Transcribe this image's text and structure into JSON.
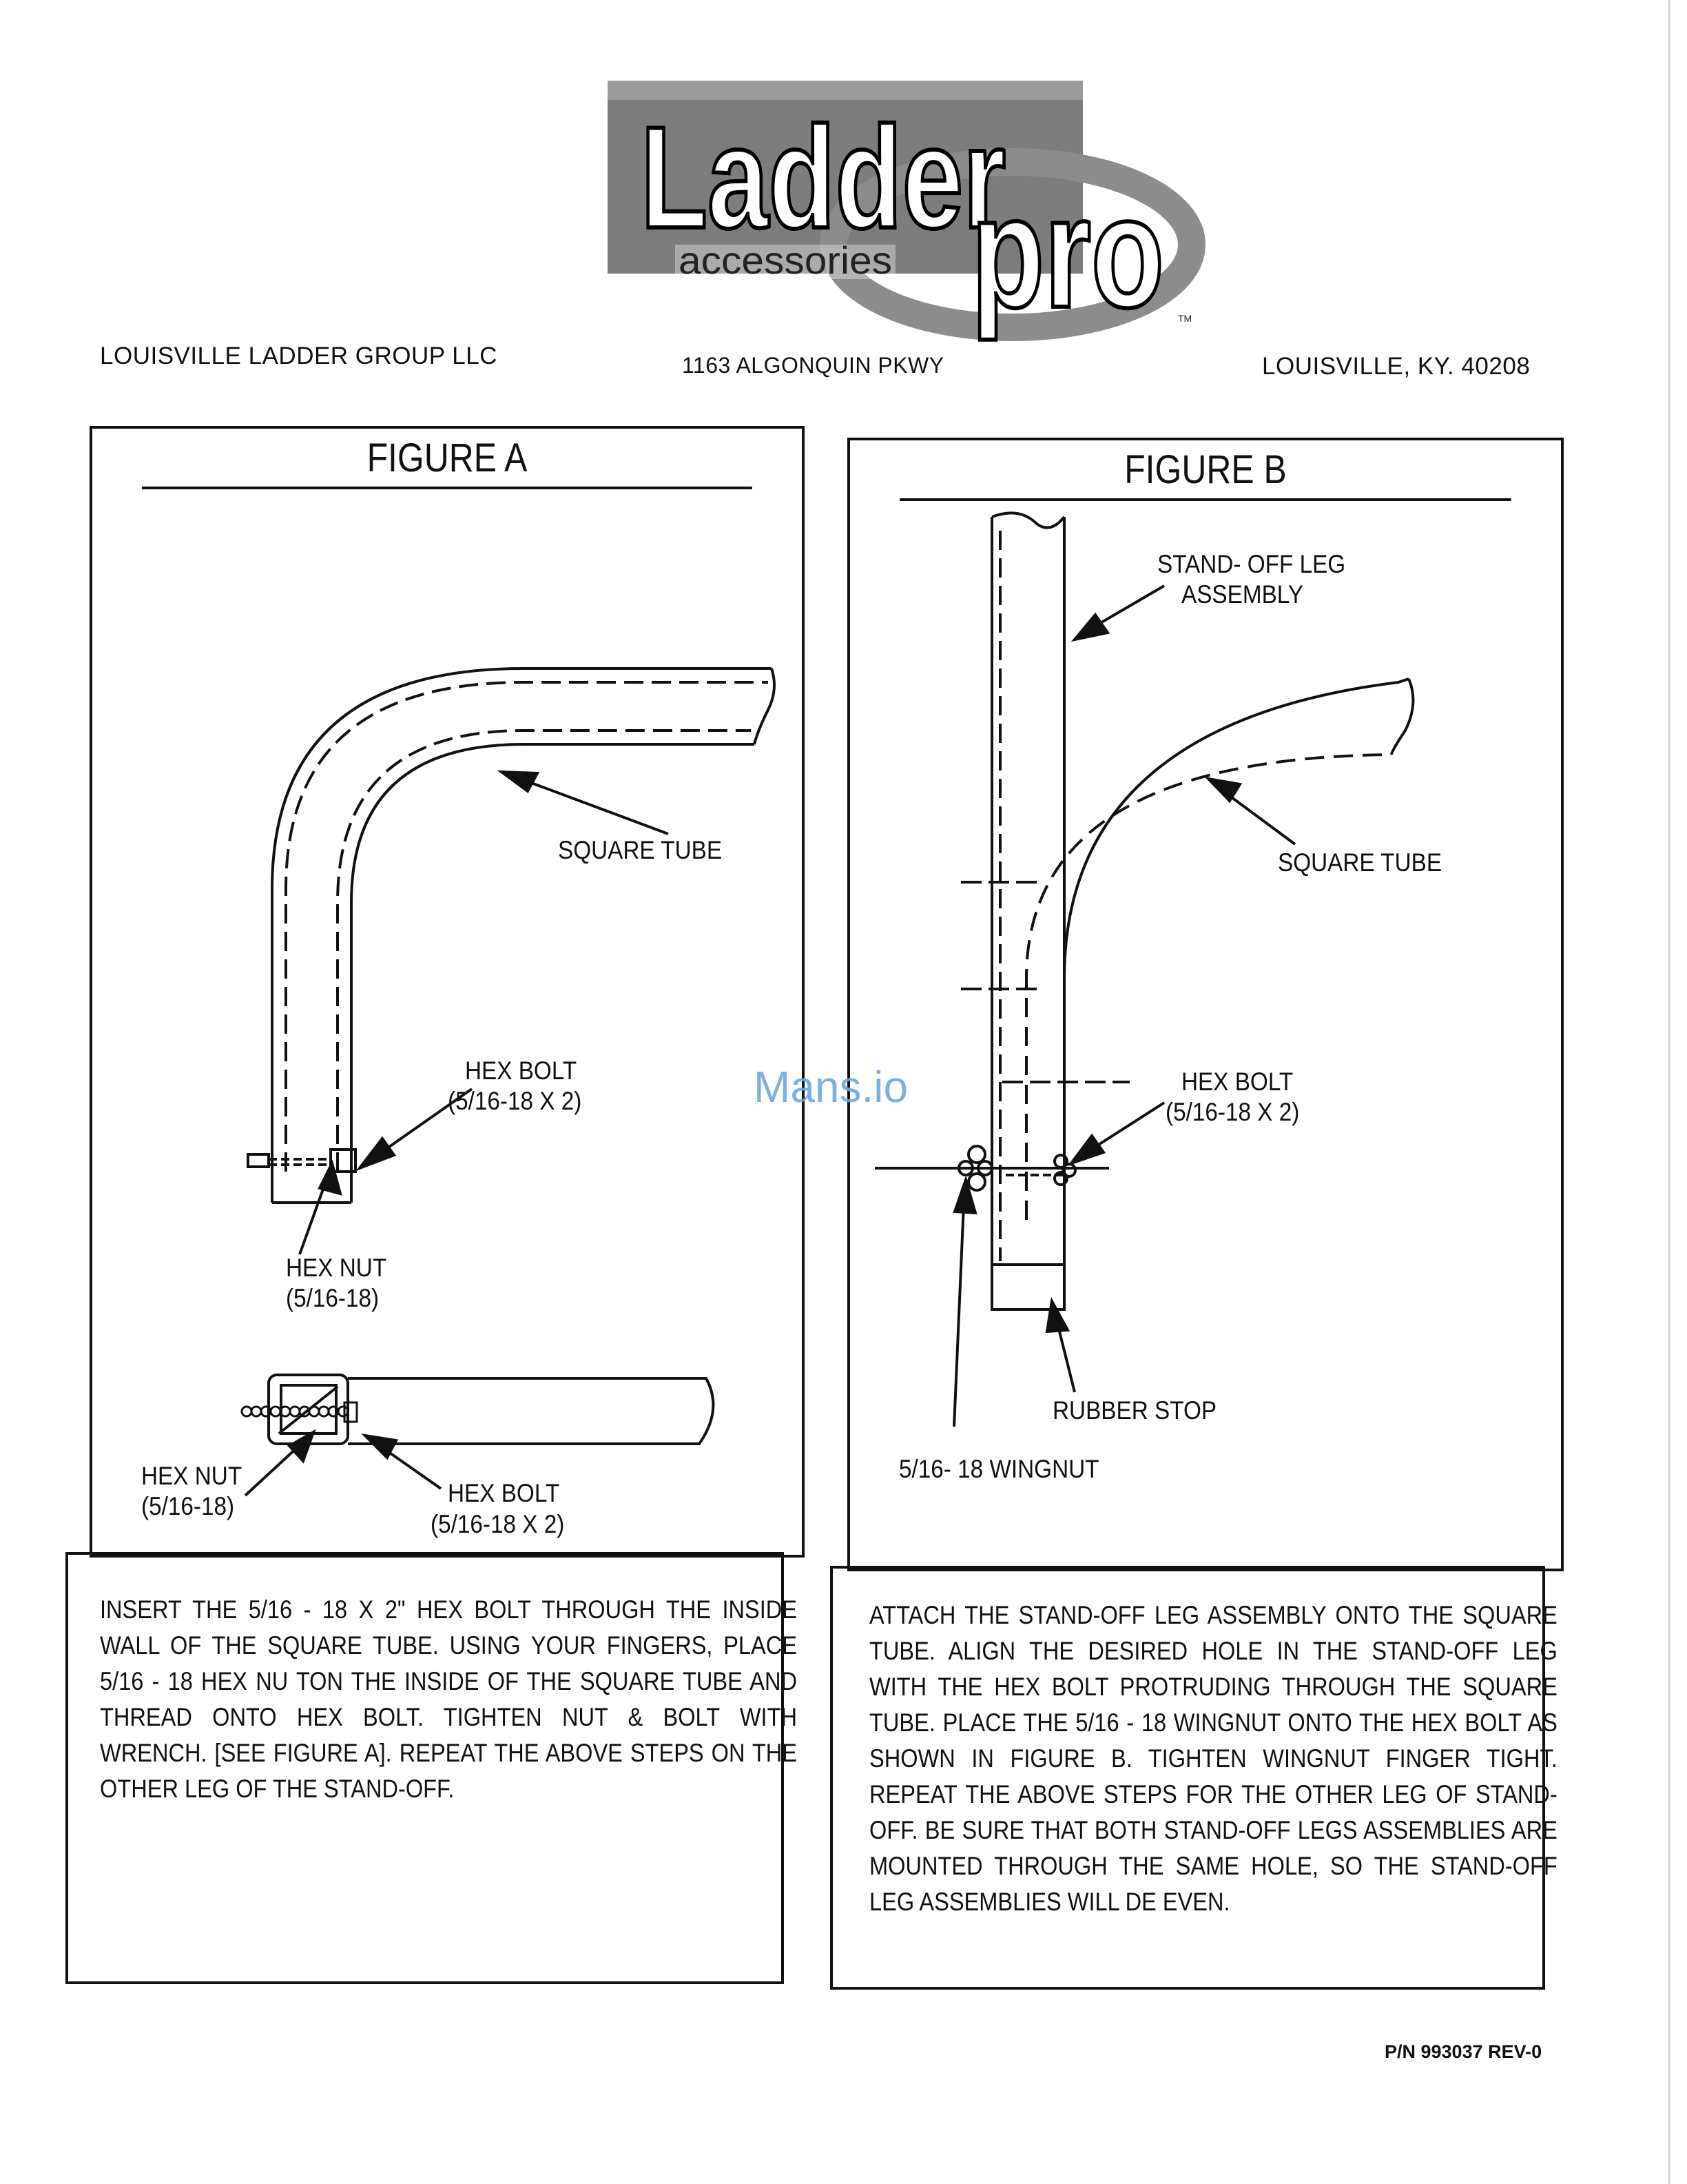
{
  "logo": {
    "word1": "Ladder",
    "word2": "pro",
    "sub": "accessories",
    "tm": "TM"
  },
  "header": {
    "company": "LOUISVILLE LADDER GROUP LLC",
    "address": "1163 ALGONQUIN PKWY",
    "city": "LOUISVILLE, KY. 40208"
  },
  "figure_a": {
    "title": "FIGURE A",
    "labels": {
      "square_tube": "SQUARE TUBE",
      "hex_bolt_1": "HEX BOLT",
      "hex_bolt_1_spec": "(5/16-18 X 2)",
      "hex_nut_1": "HEX NUT",
      "hex_nut_1_spec": "(5/16-18)",
      "hex_nut_2": "HEX NUT",
      "hex_nut_2_spec": "(5/16-18)",
      "hex_bolt_2": "HEX BOLT",
      "hex_bolt_2_spec": "(5/16-18 X 2)"
    },
    "instructions": "INSERT THE 5/16 - 18 X 2\" HEX BOLT THROUGH THE INSIDE WALL OF THE SQUARE TUBE. USING YOUR FINGERS, PLACE 5/16 - 18 HEX NU TON THE INSIDE OF THE SQUARE TUBE AND THREAD ONTO HEX BOLT. TIGHTEN NUT & BOLT WITH WRENCH. [SEE FIGURE A]. REPEAT THE ABOVE STEPS ON THE OTHER LEG OF THE STAND-OFF."
  },
  "figure_b": {
    "title": "FIGURE B",
    "labels": {
      "standoff_line1": "STAND- OFF LEG",
      "standoff_line2": "ASSEMBLY",
      "square_tube": "SQUARE TUBE",
      "hex_bolt": "HEX BOLT",
      "hex_bolt_spec": "(5/16-18 X 2)",
      "rubber_stop": "RUBBER STOP",
      "wingnut": "5/16- 18 WINGNUT"
    },
    "instructions": "ATTACH THE STAND-OFF LEG ASSEMBLY ONTO THE SQUARE TUBE. ALIGN THE DESIRED HOLE IN THE STAND-OFF LEG WITH THE HEX BOLT PROTRUDING THROUGH THE SQUARE TUBE. PLACE THE 5/16 - 18 WINGNUT ONTO THE HEX BOLT AS SHOWN IN FIGURE B. TIGHTEN WINGNUT FINGER TIGHT. REPEAT THE ABOVE STEPS FOR THE OTHER LEG OF STAND-OFF. BE SURE THAT BOTH STAND-OFF LEGS ASSEMBLIES ARE MOUNTED THROUGH THE SAME HOLE, SO THE STAND-OFF LEG ASSEMBLIES WILL DE EVEN."
  },
  "watermark": "Mans.io",
  "footer": {
    "part_number": "P/N 993037 REV-0"
  },
  "colors": {
    "ink": "#111111",
    "watermark": "#6fa8dc",
    "logo_gray": "#8a8a8a"
  }
}
